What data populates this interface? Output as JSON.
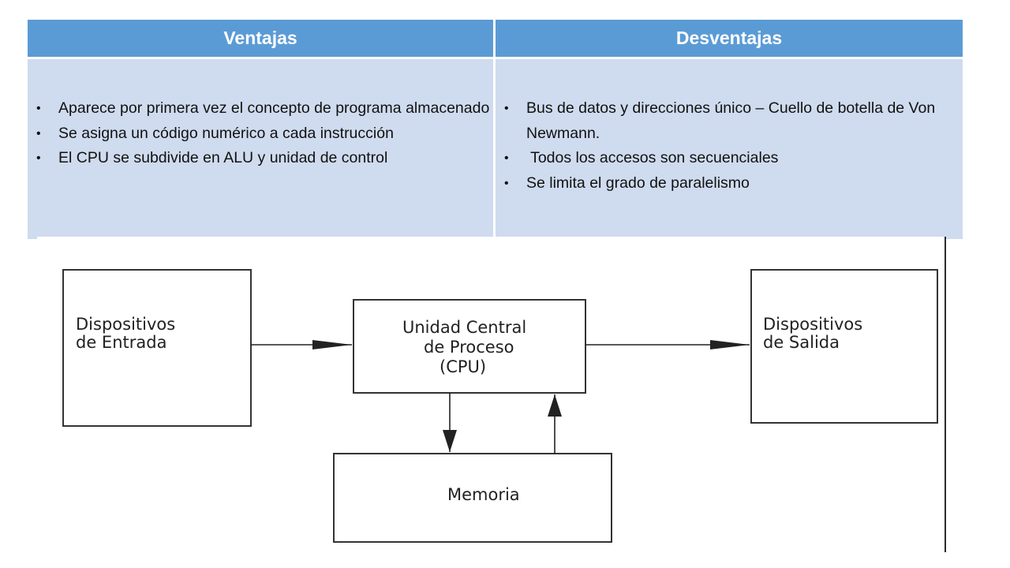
{
  "table": {
    "headers": {
      "ventajas": "Ventajas",
      "desventajas": "Desventajas"
    },
    "ventajas": [
      "Aparece por primera vez el concepto de programa almacenado",
      "Se asigna un código numérico a cada instrucción",
      "El CPU se subdivide en ALU y unidad de control"
    ],
    "desventajas": [
      "Bus de datos y direcciones único – Cuello de botella de Von Newmann.",
      " Todos los accesos son secuenciales",
      "Se limita el grado de paralelismo"
    ],
    "colors": {
      "header_bg": "#5b9bd5",
      "header_text": "#ffffff",
      "body_bg": "#cfdbee"
    }
  },
  "diagram": {
    "entrada": [
      "Dispositivos",
      "de Entrada"
    ],
    "cpu": [
      "Unidad Central",
      "de Proceso",
      "(CPU)"
    ],
    "salida": [
      "Dispositivos",
      "de Salida"
    ],
    "memoria": [
      "Memoria"
    ]
  }
}
